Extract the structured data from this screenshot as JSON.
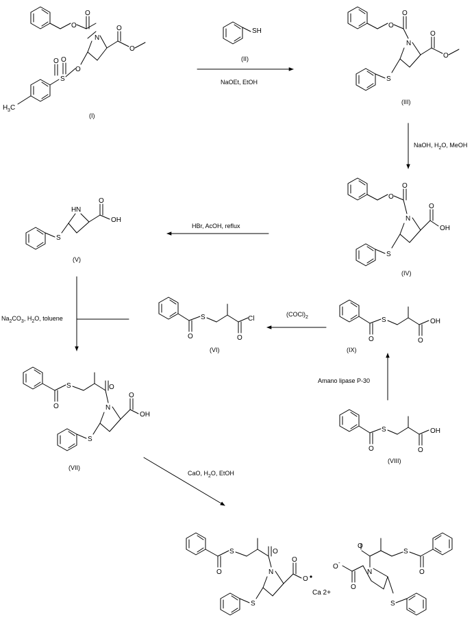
{
  "compounds": {
    "I": "(I)",
    "II": "(II)",
    "III": "(III)",
    "IV": "(IV)",
    "V": "(V)",
    "VI": "(VI)",
    "VII": "(VII)",
    "VIII": "(VIII)",
    "IX": "(IX)"
  },
  "atoms": {
    "O": "O",
    "N": "N",
    "S": "S",
    "SH": "SH",
    "OH": "OH",
    "H": "H",
    "NH": "N",
    "Cl": "Cl",
    "H3C_H": "H",
    "H3C_3": "3",
    "H3C_C": "C",
    "Ominus": "O",
    "minus": "-",
    "ca": "Ca 2+"
  },
  "conditions": {
    "step1": "NaOEt, EtOH",
    "step2_a": "NaOH, H",
    "step2_b": "2",
    "step2_c": "O, MeOH",
    "step3": "HBr, AcOH, reflux",
    "step4_a": "Na",
    "step4_b": "2",
    "step4_c": "CO",
    "step4_d": "3",
    "step4_e": ", H",
    "step4_f": "2",
    "step4_g": "O, toluene",
    "step5_a": "(COCl)",
    "step5_b": "2",
    "step6": "Amano lipase P-30",
    "step7_a": "CaO, H",
    "step7_b": "2",
    "step7_c": "O, EtOH"
  }
}
